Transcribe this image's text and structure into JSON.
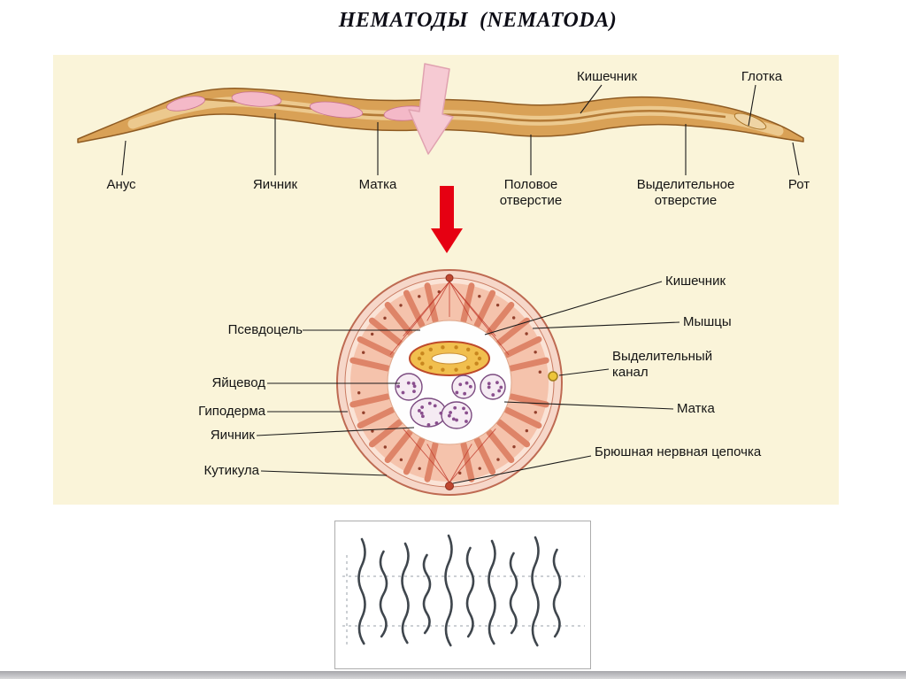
{
  "title": "НЕМАТОДЫ  (NEMATODA)",
  "longitudinal_view": {
    "top_labels": {
      "intestine": "Кишечник",
      "pharynx": "Глотка"
    },
    "bottom_labels": {
      "anus": "Анус",
      "ovary": "Яичник",
      "uterus": "Матка",
      "genital_opening": "Половое отверстие",
      "excretory_opening": "Выделительное отверстие",
      "mouth": "Рот"
    }
  },
  "cross_section_view": {
    "left_labels": {
      "pseudocoel": "Псевдоцель",
      "oviduct": "Яйцевод",
      "hypodermis": "Гиподерма",
      "ovary": "Яичник",
      "cuticle": "Кутикула"
    },
    "right_labels": {
      "intestine": "Кишечник",
      "muscles": "Мышцы",
      "excretory_canal": "Выделительный канал",
      "uterus": "Матка",
      "ventral_nerve_cord": "Брюшная нервная цепочка"
    }
  },
  "colors": {
    "panel_background": "#faf4d9",
    "red_arrow": "#e60012",
    "pink_arrow": "#f6cad3",
    "worm_body": "#d9a156",
    "muscle": "#de8468",
    "organ_outline": "#7b4b80"
  }
}
